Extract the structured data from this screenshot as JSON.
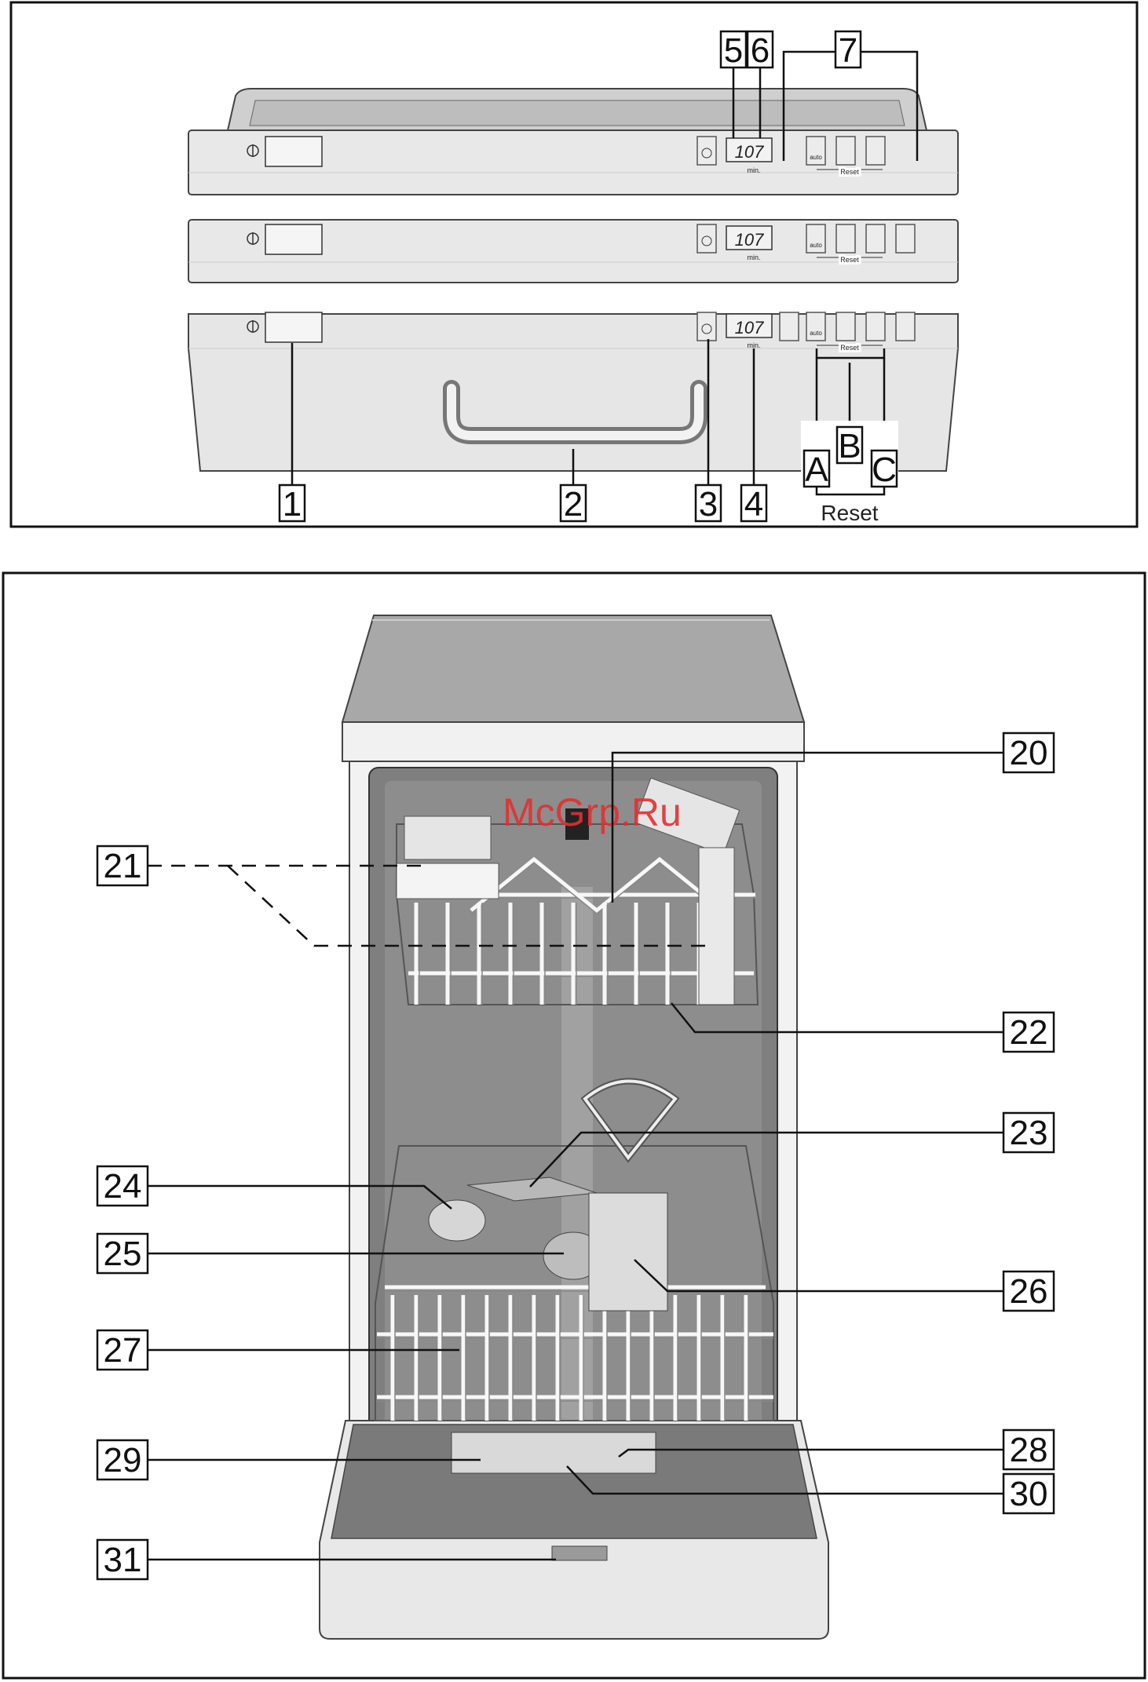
{
  "panel": {
    "display_value": "107",
    "display_unit": "min.",
    "button_labels": {
      "auto": "auto"
    },
    "reset_small": "Reset",
    "reset_label": "Reset",
    "callouts": [
      "1",
      "2",
      "3",
      "4",
      "5",
      "6",
      "7",
      "A",
      "B",
      "C"
    ]
  },
  "dishwasher": {
    "callouts": [
      "20",
      "21",
      "22",
      "23",
      "24",
      "25",
      "26",
      "27",
      "28",
      "29",
      "30",
      "31"
    ]
  },
  "watermark": "McGrp.Ru",
  "icons": [
    "power-icon",
    "clock-icon",
    "dishes-icon",
    "eco-icon",
    "intensive-icon",
    "rinse-icon"
  ]
}
